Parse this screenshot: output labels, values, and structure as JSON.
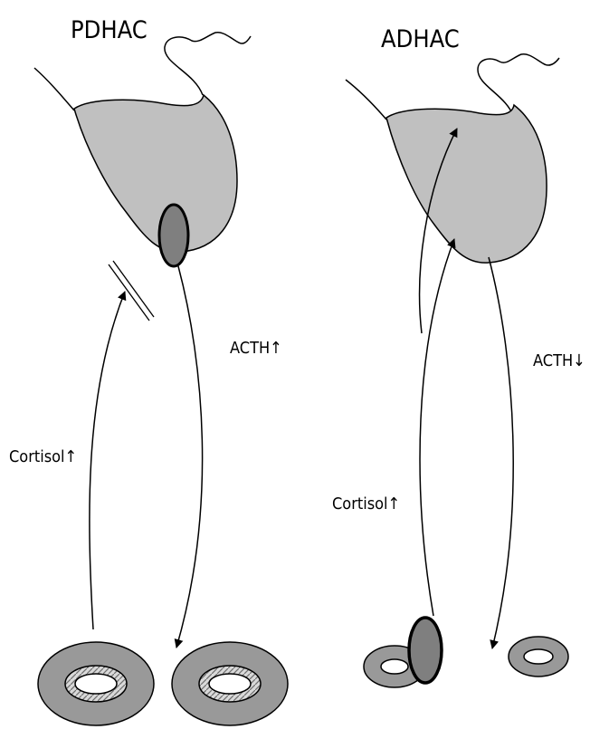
{
  "panels": {
    "left": {
      "title": "PDHAC",
      "acth_label": "ACTH↑",
      "cortisol_label": "Cortisol↑"
    },
    "right": {
      "title": "ADHAC",
      "acth_label": "ACTH↓",
      "cortisol_label": "Cortisol↑"
    }
  },
  "colors": {
    "pituitary_fill": "#c0c0c0",
    "tumor_fill": "#7f7f7f",
    "adrenal_fill": "#999999",
    "outline": "#000000"
  }
}
